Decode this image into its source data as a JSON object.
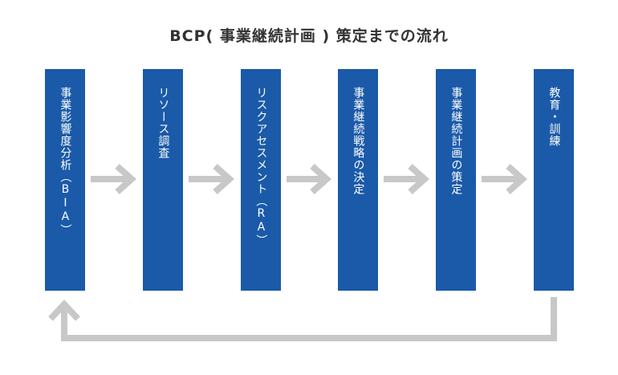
{
  "title": "BCP( 事業継続計画 ) 策定までの流れ",
  "stages": [
    {
      "label": "事業影響度分析（BIA）"
    },
    {
      "label": "リソース調査"
    },
    {
      "label": "リスクアセスメント（RA）"
    },
    {
      "label": "事業継続戦略の決定"
    },
    {
      "label": "事業継続計画の策定"
    },
    {
      "label": "教育・訓練"
    }
  ],
  "colors": {
    "stage_fill": "#1a5aa9",
    "arrow": "#c8c8c8",
    "title_text": "#333333"
  }
}
